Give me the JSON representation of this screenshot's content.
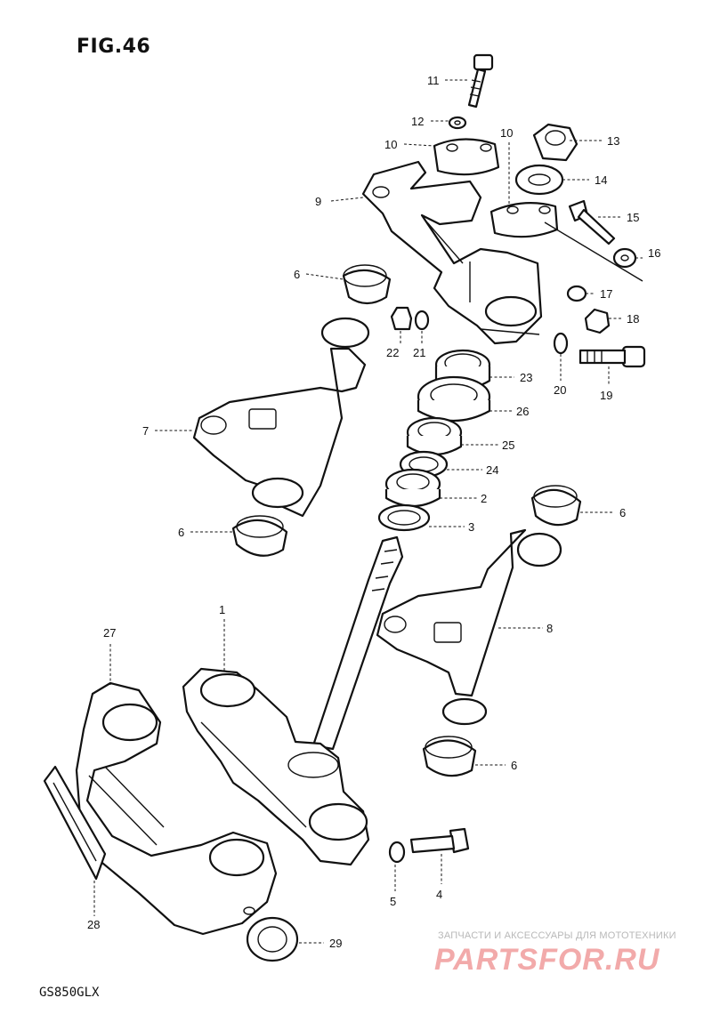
{
  "figure": {
    "title": "FIG.46",
    "model": "GS850GLX"
  },
  "watermark": {
    "caption": "ЗАПЧАСТИ И АКСЕССУАРЫ ДЛЯ МОТОТЕХНИКИ",
    "brand": "PARTSFOR.RU"
  },
  "callouts": {
    "c1": "1",
    "c2": "2",
    "c3": "3",
    "c4": "4",
    "c5": "5",
    "c6a": "6",
    "c6b": "6",
    "c6c": "6",
    "c6d": "6",
    "c7": "7",
    "c8": "8",
    "c9": "9",
    "c10a": "10",
    "c10b": "10",
    "c11": "11",
    "c12": "12",
    "c13": "13",
    "c14": "14",
    "c15": "15",
    "c16": "16",
    "c17": "17",
    "c18": "18",
    "c19": "19",
    "c20": "20",
    "c21": "21",
    "c22": "22",
    "c23": "23",
    "c24": "24",
    "c25": "25",
    "c26": "26",
    "c27": "27",
    "c28": "28",
    "c29": "29"
  }
}
